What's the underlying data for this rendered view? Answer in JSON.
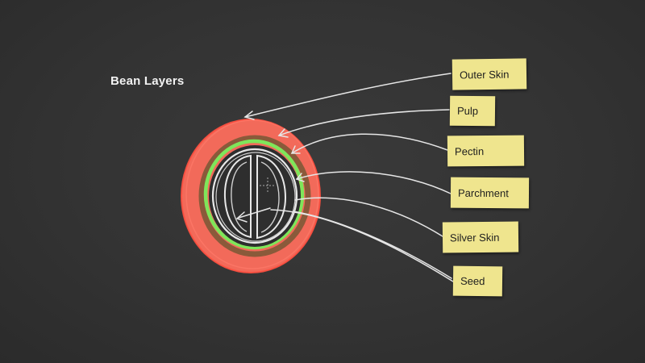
{
  "diagram": {
    "title": "Bean Layers",
    "labels": [
      {
        "id": "outer-skin",
        "text": "Outer Skin"
      },
      {
        "id": "pulp",
        "text": "Pulp"
      },
      {
        "id": "pectin",
        "text": "Pectin"
      },
      {
        "id": "parchment",
        "text": "Parchment"
      },
      {
        "id": "silver-skin",
        "text": "Silver Skin"
      },
      {
        "id": "seed",
        "text": "Seed"
      }
    ],
    "colors": {
      "background": "#333333",
      "outer_skin": "#f26a5a",
      "pulp": "#8a5a3a",
      "pectin": "#7ee65a",
      "lines": "#e6e6e6",
      "note": "#efe58e"
    }
  }
}
